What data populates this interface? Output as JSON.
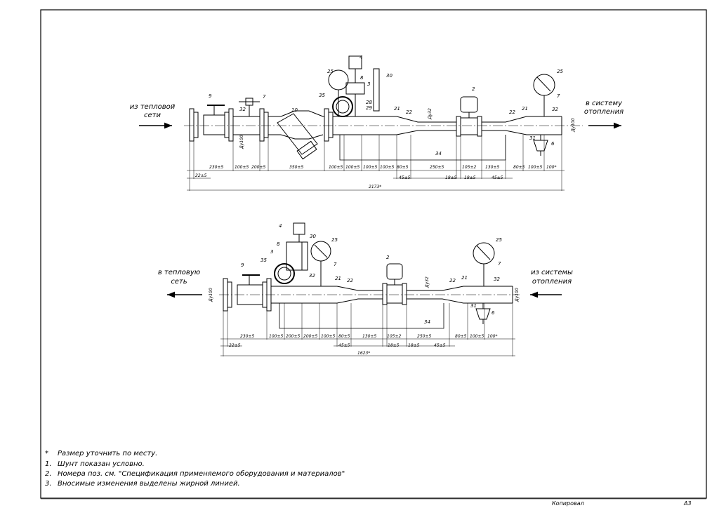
{
  "top": {
    "left_label": [
      "из тепловой",
      "сети"
    ],
    "right_label": [
      "в систему",
      "отопления"
    ],
    "dn_labels": [
      "Ду100",
      "Ду32",
      "Ду100"
    ],
    "callouts": [
      "9",
      "32",
      "7",
      "10",
      "35",
      "25",
      "4",
      "8",
      "3",
      "28",
      "29",
      "30",
      "21",
      "22",
      "2",
      "22",
      "21",
      "25",
      "7",
      "32",
      "31",
      "6",
      "34"
    ],
    "dims_row1": [
      "230±5",
      "100±5",
      "200±5",
      "350±5",
      "100±5",
      "100±5",
      "100±5",
      "100±5",
      "80±5",
      "250±5",
      "105±2",
      "130±5",
      "80±5",
      "100±5",
      "100*"
    ],
    "dims_row2": [
      "22±5",
      "45±5",
      "18±5",
      "18±5",
      "45±5"
    ],
    "total": "2173*"
  },
  "bottom": {
    "left_label": [
      "в тепловую",
      "сеть"
    ],
    "right_label": [
      "из системы",
      "отопления"
    ],
    "dn_labels": [
      "Ду100",
      "Ду32",
      "Ду100"
    ],
    "callouts": [
      "4",
      "30",
      "25",
      "8",
      "3",
      "35",
      "9",
      "7",
      "32",
      "21",
      "22",
      "2",
      "25",
      "7",
      "22",
      "21",
      "32",
      "31",
      "6",
      "34"
    ],
    "dims_row1": [
      "230±5",
      "100±5",
      "200±5",
      "200±5",
      "100±5",
      "80±5",
      "130±5",
      "105±2",
      "250±5",
      "80±5",
      "100±5",
      "100*"
    ],
    "dims_row2": [
      "22±5",
      "45±5",
      "18±5",
      "18±5",
      "45±5"
    ],
    "total": "1623*"
  },
  "notes": [
    {
      "num": "*",
      "text": "Размер уточнить по месту."
    },
    {
      "num": "1.",
      "text": "Шунт показан условно."
    },
    {
      "num": "2.",
      "text": "Номера поз. см. \"Спецификация применяемого оборудования и материалов\""
    },
    {
      "num": "3.",
      "text": "Вносимые изменения выделены жирной линией."
    }
  ],
  "stamp": {
    "copied": "Копировал",
    "format": "А3"
  }
}
